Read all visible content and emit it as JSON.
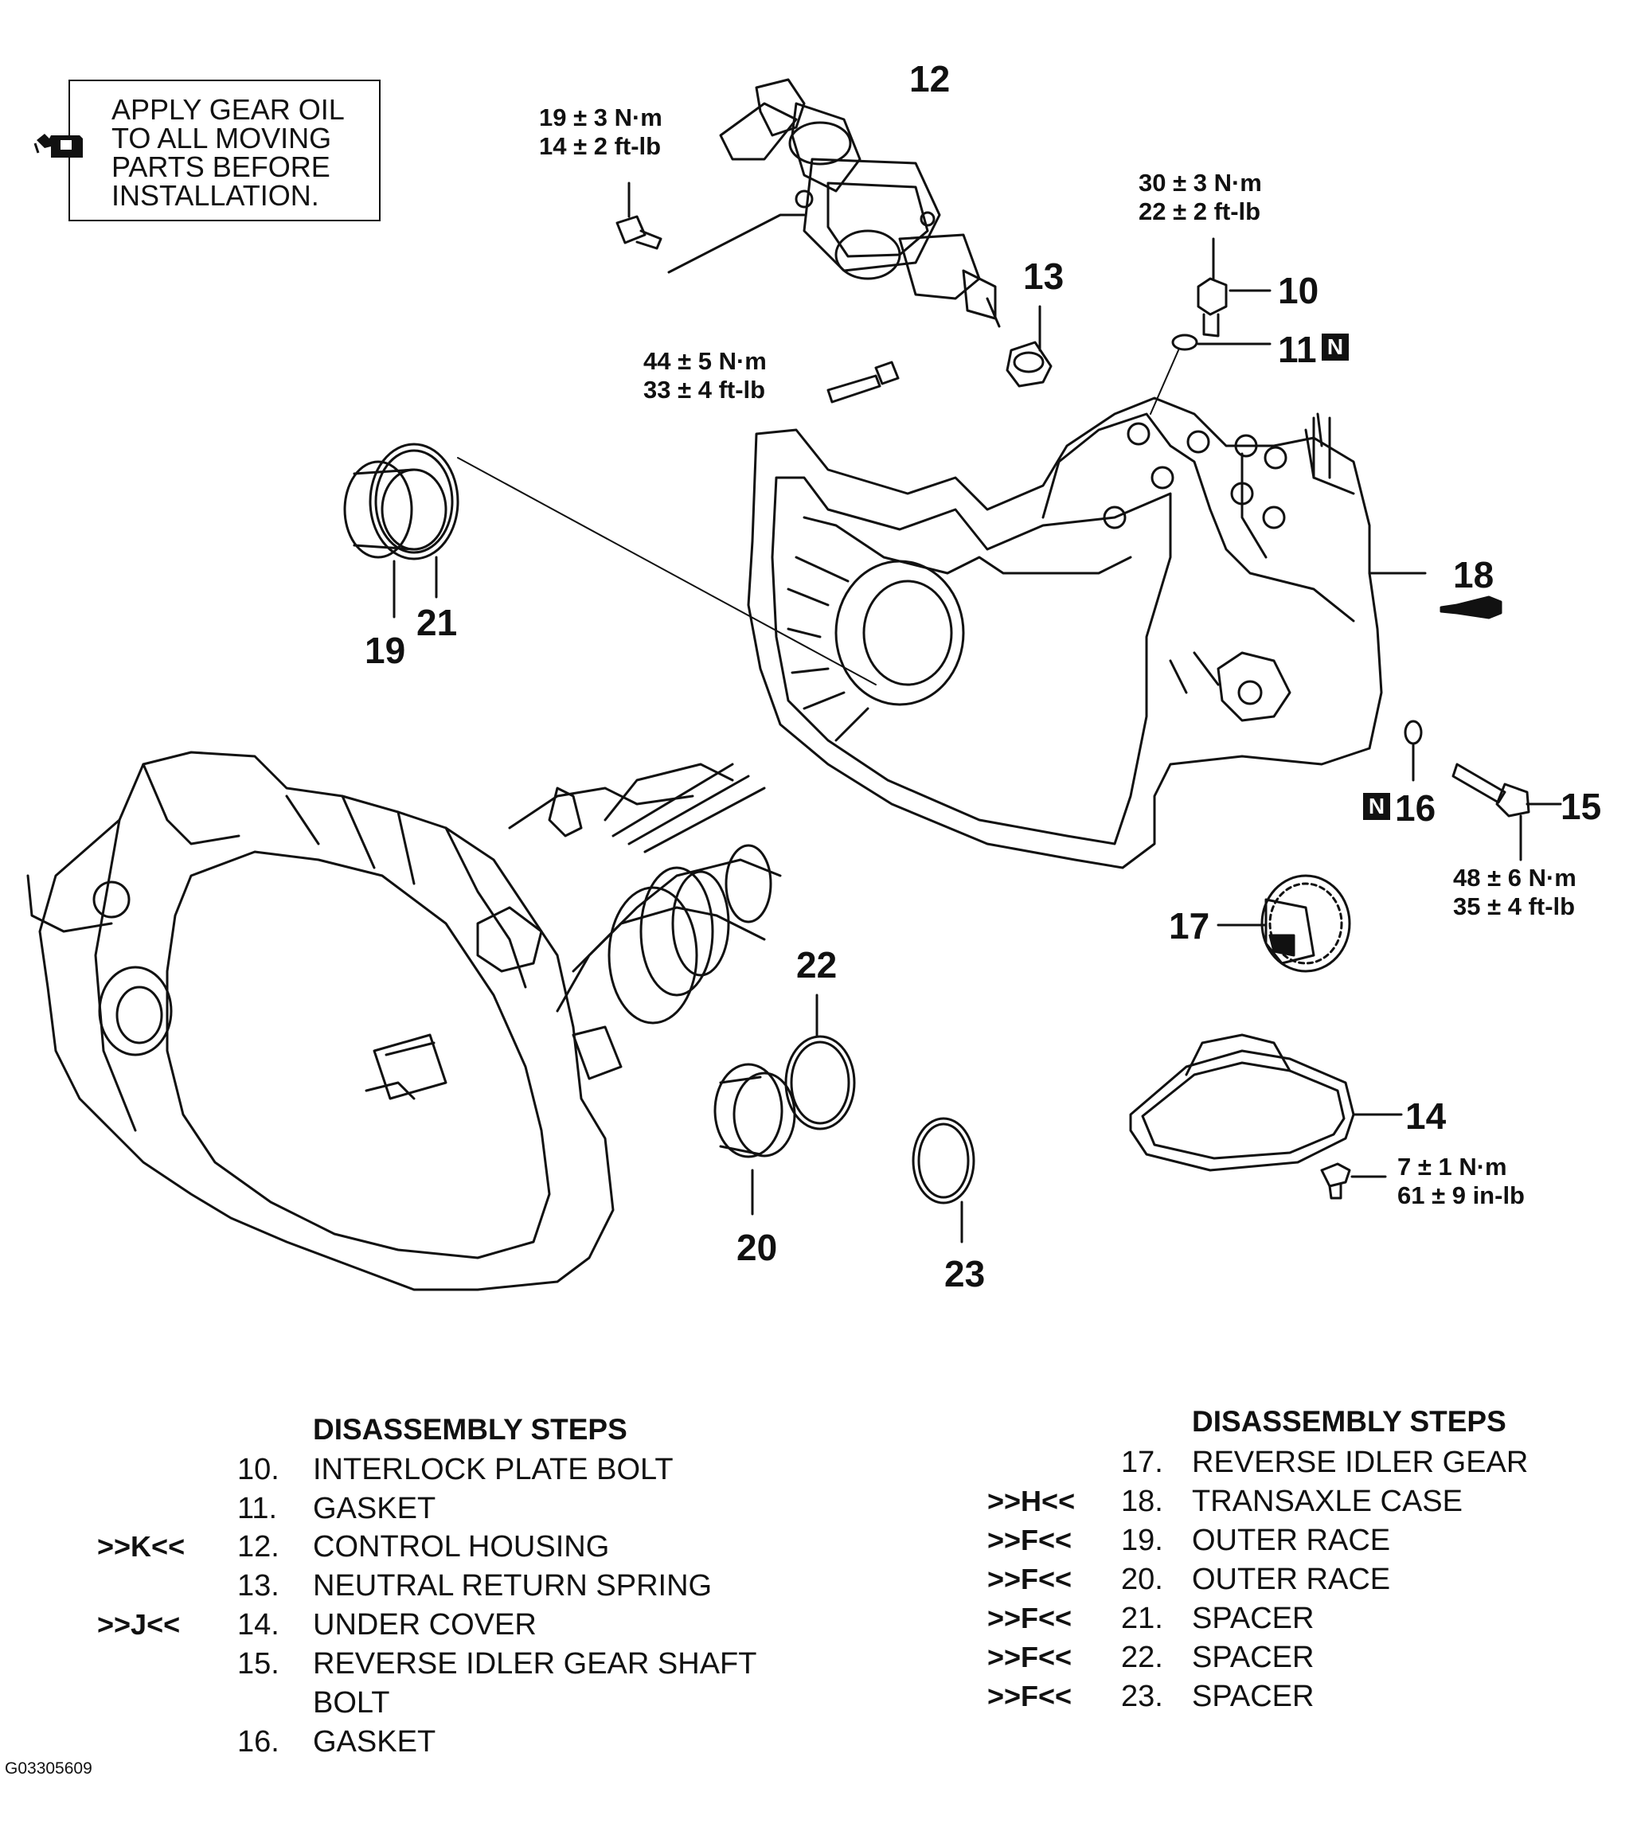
{
  "note": {
    "lines": [
      "APPLY GEAR OIL",
      "TO ALL MOVING",
      "PARTS BEFORE",
      "INSTALLATION."
    ],
    "icon": "gear-oil-can-icon"
  },
  "callouts": {
    "c10": "10",
    "c11": "11",
    "c12": "12",
    "c13": "13",
    "c14": "14",
    "c15": "15",
    "c16": "16",
    "c17": "17",
    "c18": "18",
    "c19": "19",
    "c20": "20",
    "c21": "21",
    "c22": "22",
    "c23": "23"
  },
  "marks": {
    "n": "N"
  },
  "torques": {
    "t12": [
      "19 ± 3 N·m",
      "14 ± 2 ft-lb"
    ],
    "t10": [
      "30 ± 3 N·m",
      "22 ± 2 ft-lb"
    ],
    "t_case": [
      "44 ± 5 N·m",
      "33 ± 4 ft-lb"
    ],
    "t15": [
      "48 ± 6 N·m",
      "35 ± 4 ft-lb"
    ],
    "t14": [
      "7 ± 1 N·m",
      "61 ± 9 in-lb"
    ]
  },
  "steps_left": {
    "title": "DISASSEMBLY STEPS",
    "items": [
      {
        "code": "",
        "num": "10.",
        "text": "INTERLOCK PLATE BOLT"
      },
      {
        "code": "",
        "num": "11.",
        "text": "GASKET"
      },
      {
        "code": ">>K<<",
        "num": "12.",
        "text": "CONTROL HOUSING"
      },
      {
        "code": "",
        "num": "13.",
        "text": "NEUTRAL RETURN SPRING"
      },
      {
        "code": ">>J<<",
        "num": "14.",
        "text": "UNDER COVER"
      },
      {
        "code": "",
        "num": "15.",
        "text": "REVERSE IDLER GEAR SHAFT"
      },
      {
        "code": "",
        "num": "",
        "text": "BOLT"
      },
      {
        "code": "",
        "num": "16.",
        "text": "GASKET"
      }
    ]
  },
  "steps_right": {
    "title": "DISASSEMBLY STEPS",
    "items": [
      {
        "code": "",
        "num": "17.",
        "text": "REVERSE IDLER GEAR"
      },
      {
        "code": ">>H<<",
        "num": "18.",
        "text": "TRANSAXLE CASE"
      },
      {
        "code": ">>F<<",
        "num": "19.",
        "text": "OUTER RACE"
      },
      {
        "code": ">>F<<",
        "num": "20.",
        "text": "OUTER RACE"
      },
      {
        "code": ">>F<<",
        "num": "21.",
        "text": "SPACER"
      },
      {
        "code": ">>F<<",
        "num": "22.",
        "text": "SPACER"
      },
      {
        "code": ">>F<<",
        "num": "23.",
        "text": "SPACER"
      }
    ]
  },
  "figure_id": "G03305609"
}
